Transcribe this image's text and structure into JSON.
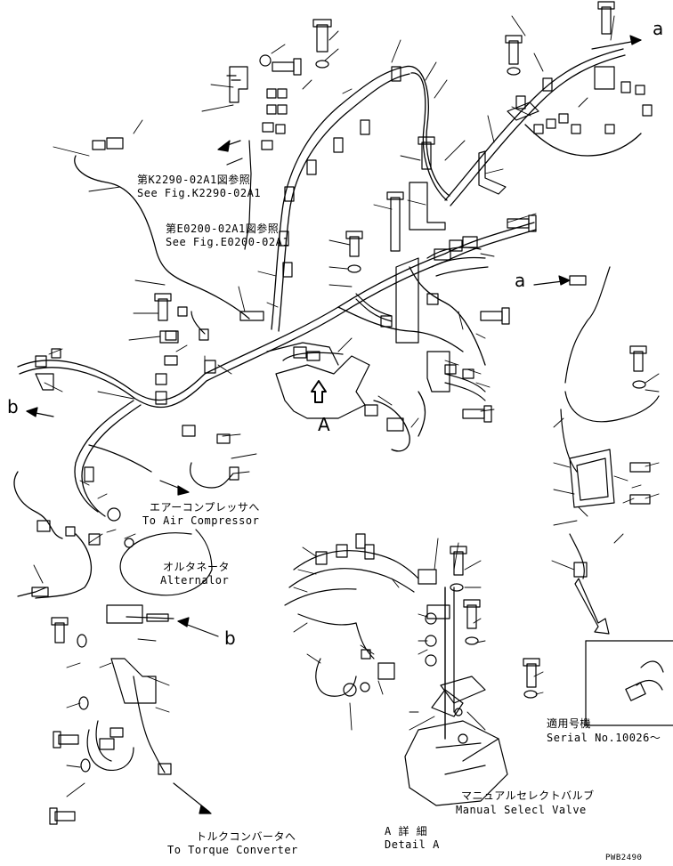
{
  "callouts": {
    "a_top": "a",
    "a_mid": "a",
    "b_left": "b",
    "b_mid": "b",
    "A_view": "A"
  },
  "refs": {
    "k2290_jp": "第K2290-02A1図参照",
    "k2290_en": "See Fig.K2290-02A1",
    "e0200_jp": "第E0200-02A1図参照",
    "e0200_en": "See Fig.E0200-02A1"
  },
  "labels": {
    "air_comp_jp": "エアーコンプレッサへ",
    "air_comp_en": "To Air Compressor",
    "alternator_jp": "オルタネータ",
    "alternator_en": "Alternalor",
    "torque_jp": "トルクコンバータへ",
    "torque_en": "To Torque Converter",
    "manual_jp": "マニュアルセレクトバルブ",
    "manual_en": "Manual Selecl Valve",
    "detail_jp": "A 詳 細",
    "detail_en": "Detail A",
    "serial_jp": "適用号機",
    "serial_en": "Serial No.10026～",
    "drawing_no": "PWB2490"
  }
}
